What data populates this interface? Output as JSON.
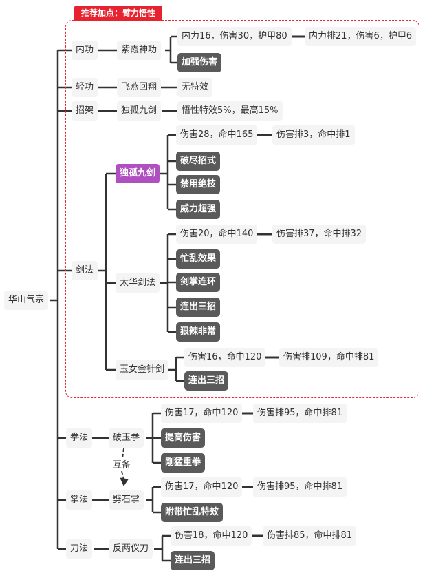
{
  "banner": "推荐加点：臂力悟性",
  "root": "华山气宗",
  "categories": {
    "neigong": "内功",
    "qinggong": "轻功",
    "zhaojia": "招架",
    "jianfa": "剑法",
    "quanfa": "拳法",
    "zhangfa": "掌法",
    "daofa": "刀法"
  },
  "skills": {
    "zixia": "紫霞神功",
    "feiyan": "飞燕回翔",
    "dugu_parry": "独孤九剑",
    "dugu_sword": "独孤九剑",
    "taihua": "太华剑法",
    "yunv": "玉女金针剑",
    "poyu": "破玉拳",
    "pishi": "劈石掌",
    "fanliangyi": "反两仪刀"
  },
  "stats": {
    "zixia": "内力16，伤害30，护甲80",
    "zixia_rank": "内力排21，伤害6，护甲6",
    "feiyan": "无特效",
    "dugu_parry": "悟性特效5%，最高15%",
    "dugu_sword": "伤害28，命中165",
    "dugu_sword_rank": "伤害排3，命中排1",
    "taihua": "伤害20，命中140",
    "taihua_rank": "伤害排37，命中排32",
    "yunv": "伤害16，命中120",
    "yunv_rank": "伤害排109，命中排81",
    "poyu": "伤害17，命中120",
    "poyu_rank": "伤害排95，命中排81",
    "pishi": "伤害17，命中120",
    "pishi_rank": "伤害排95，命中排81",
    "fanliangyi": "伤害18，命中120",
    "fanliangyi_rank": "伤害排85，命中排81"
  },
  "effects": {
    "zixia": [
      "加强伤害"
    ],
    "dugu_sword": [
      "破尽招式",
      "禁用绝技",
      "威力超强"
    ],
    "taihua": [
      "忙乱效果",
      "剑掌连环",
      "连出三招",
      "狠辣非常"
    ],
    "yunv": [
      "连出三招"
    ],
    "poyu": [
      "提高伤害",
      "刚猛重拳"
    ],
    "pishi": [
      "附带忙乱特效"
    ],
    "fanliangyi": [
      "连出三招"
    ]
  },
  "relation_label": "互备",
  "colors": {
    "banner": "#e6232e",
    "dashed_border": "#e02a35",
    "line": "#333333",
    "dark_node": "#5a5a5a",
    "highlight_node": "#b04fc0",
    "light_node": "#f4f4f4"
  }
}
